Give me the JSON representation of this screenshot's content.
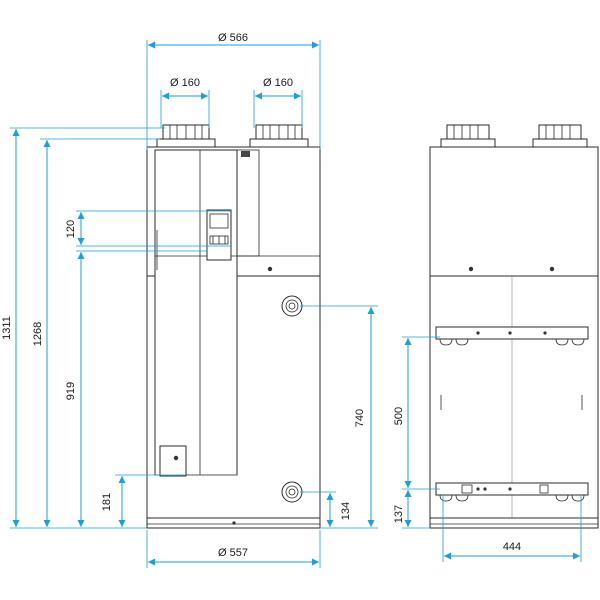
{
  "dimensions": {
    "top_diameter": "Ø 566",
    "duct_left_diameter": "Ø 160",
    "duct_right_diameter": "Ø 160",
    "height_total": "1311",
    "height_body": "1268",
    "height_panel": "919",
    "panel_display": "120",
    "pipe_top_height": "740",
    "pipe_low_height": "181",
    "pipe_bottom_offset": "134",
    "bottom_diameter": "Ø 557",
    "bracket_spacing": "500",
    "bracket_base": "137",
    "bracket_width": "444"
  },
  "colors": {
    "dimension": "#1a9fd6",
    "outline": "#2b2b2b"
  }
}
